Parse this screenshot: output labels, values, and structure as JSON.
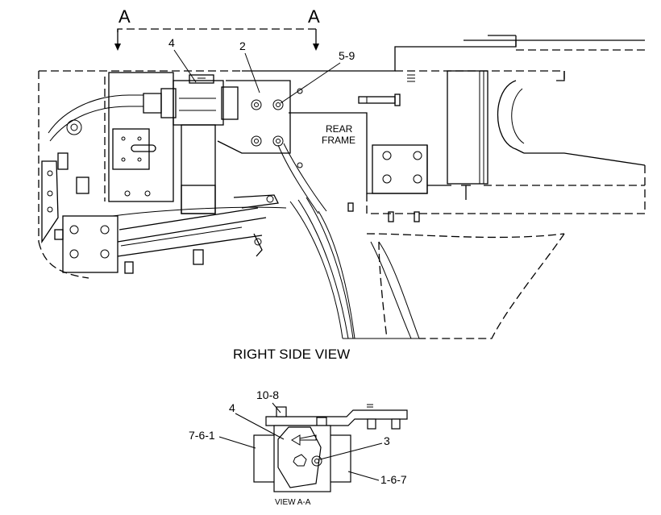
{
  "section_marker_left": "A",
  "section_marker_right": "A",
  "main_view": {
    "callouts": {
      "c4": "4",
      "c2": "2",
      "c5_9": "5-9"
    },
    "rear_frame_line1": "REAR",
    "rear_frame_line2": "FRAME",
    "caption": "RIGHT SIDE VIEW"
  },
  "detail_view": {
    "callouts": {
      "c10_8": "10-8",
      "c4": "4",
      "c7_6_1": "7-6-1",
      "c3": "3",
      "c1_6_7": "1-6-7"
    },
    "caption": "VIEW A-A"
  }
}
